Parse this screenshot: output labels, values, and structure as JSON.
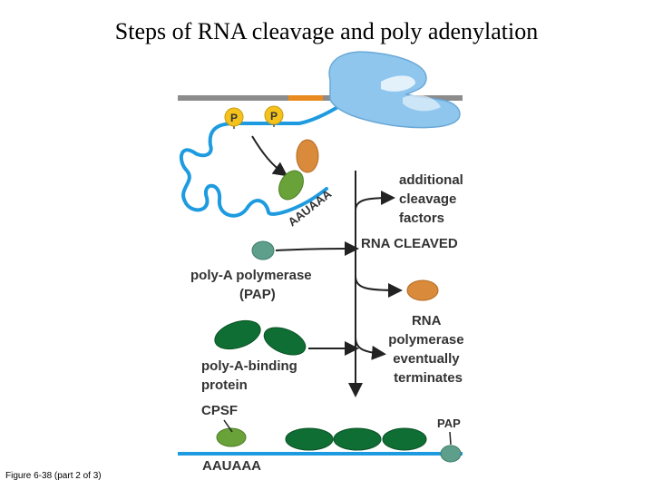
{
  "title": "Steps of RNA cleavage and poly adenylation",
  "caption": "Figure 6-38 (part 2 of 3)",
  "labels": {
    "phosphate": "P",
    "signal_sequence": "AAUAAA",
    "additional_cleavage_factors": [
      "additional",
      "cleavage",
      "factors"
    ],
    "rna_cleaved": "RNA CLEAVED",
    "pap": [
      "poly-A polymerase",
      "(PAP)"
    ],
    "rna_polymerase_terminates": [
      "RNA",
      "polymerase",
      "eventually",
      "terminates"
    ],
    "pabp": [
      "poly-A-binding",
      "protein"
    ],
    "cpsf": "CPSF",
    "pap_short": "PAP",
    "bottom_sequence": "AAUAAA"
  },
  "colors": {
    "rna": "#1e9be0",
    "dna": "#8c8c8c",
    "dna_segment": "#e88a1e",
    "polymerase": "#8fc6ee",
    "phosphate": "#f5c21b",
    "orange_factor": "#d98a3a",
    "cpsf": "#6aa23a",
    "pap": "#5e9f8c",
    "pabp": "#0f6e33"
  }
}
